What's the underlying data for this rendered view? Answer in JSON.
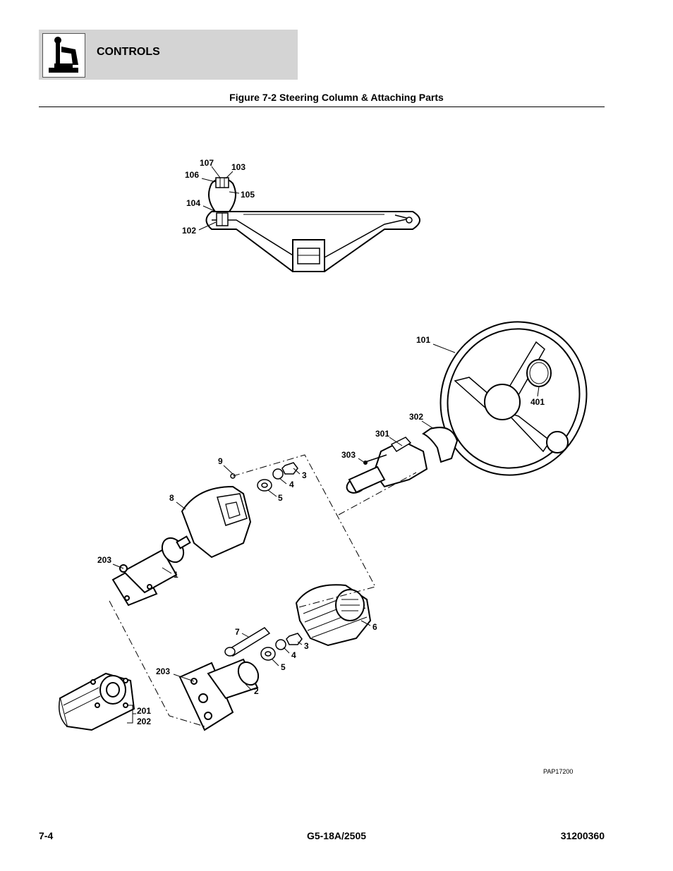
{
  "header": {
    "section_title": "CONTROLS",
    "icon": "joystick-icon"
  },
  "figure": {
    "title": "Figure 7-2 Steering Column & Attaching Parts",
    "reference": "PAP17200",
    "callouts": {
      "c107": "107",
      "c103": "103",
      "c106": "106",
      "c105": "105",
      "c104": "104",
      "c102": "102",
      "c101": "101",
      "c401": "401",
      "c302": "302",
      "c301": "301",
      "c303": "303",
      "c9": "9",
      "c3a": "3",
      "c4a": "4",
      "c5a": "5",
      "c8": "8",
      "c203a": "203",
      "c1": "1",
      "c6": "6",
      "c7": "7",
      "c3b": "3",
      "c4b": "4",
      "c5b": "5",
      "c203b": "203",
      "c2": "2",
      "c201": "201",
      "c202": "202"
    }
  },
  "footer": {
    "page_number": "7-4",
    "model": "G5-18A/2505",
    "document_number": "31200360"
  }
}
